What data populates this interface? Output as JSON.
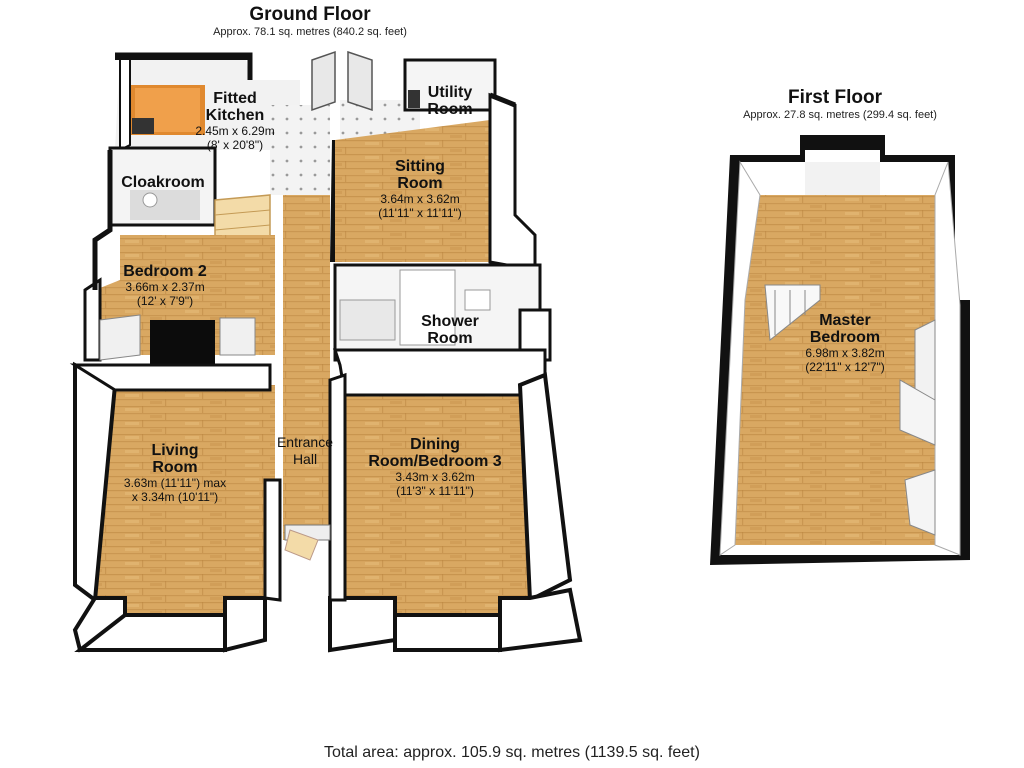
{
  "ground_floor": {
    "title": "Ground Floor",
    "area": "Approx. 78.1 sq. metres (840.2 sq. feet)",
    "rooms": [
      {
        "name": "Fitted",
        "name2": "Kitchen",
        "dim1": "2.45m x 6.29m",
        "dim2": "(8' x 20'8\")"
      },
      {
        "name": "Utility",
        "name2": "Room"
      },
      {
        "name": "Cloakroom"
      },
      {
        "name": "Sitting",
        "name2": "Room",
        "dim1": "3.64m x 3.62m",
        "dim2": "(11'11\" x 11'11\")"
      },
      {
        "name": "Bedroom 2",
        "dim1": "3.66m x 2.37m",
        "dim2": "(12' x 7'9\")"
      },
      {
        "name": "Shower",
        "name2": "Room"
      },
      {
        "name": "Living",
        "name2": "Room",
        "dim1": "3.63m (11'11\") max",
        "dim2": "x 3.34m (10'11\")"
      },
      {
        "name": "Entrance",
        "name2": "Hall"
      },
      {
        "name": "Dining",
        "name2": "Room/Bedroom 3",
        "dim1": "3.43m x 3.62m",
        "dim2": "(11'3\" x 11'11\")"
      }
    ]
  },
  "first_floor": {
    "title": "First Floor",
    "area": "Approx. 27.8 sq. metres (299.4 sq. feet)",
    "rooms": [
      {
        "name": "Master",
        "name2": "Bedroom",
        "dim1": "6.98m x 3.82m",
        "dim2": "(22'11\" x 12'7\")"
      }
    ]
  },
  "total_area": "Total area: approx. 105.9 sq. metres (1139.5 sq. feet)",
  "colors": {
    "wall": "#111111",
    "wood": "#d9a860",
    "wood_dark": "#c48a45",
    "tile": "#ededed",
    "worktop": "#e0892f"
  }
}
